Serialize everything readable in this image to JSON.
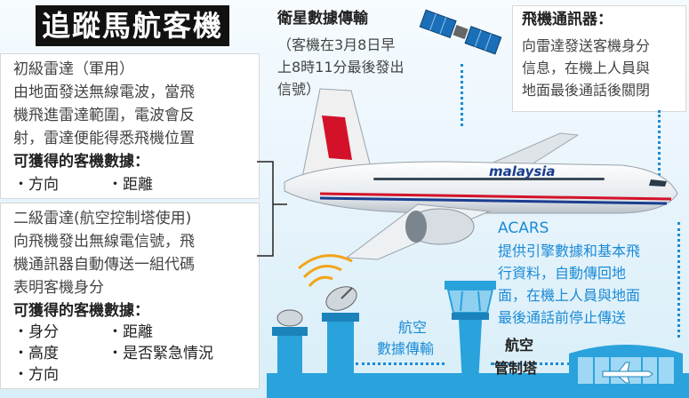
{
  "title": "追蹤馬航客機",
  "primary_radar": {
    "heading": "初級雷達（軍用）",
    "lines": [
      "由地面發送無線電波，當飛",
      "機飛進雷達範圍，電波會反",
      "射，雷達便能得悉飛機位置"
    ],
    "data_heading": "可獲得的客機數據：",
    "items": [
      "方向",
      "距離"
    ]
  },
  "secondary_radar": {
    "heading": "二級雷達(航空控制塔使用)",
    "lines": [
      "向飛機發出無線電信號，飛",
      "機通訊器自動傳送一組代碼",
      "表明客機身分"
    ],
    "data_heading": "可獲得的客機數據：",
    "items": [
      "身分",
      "距離",
      "高度",
      "是否緊急情況",
      "方向"
    ]
  },
  "satellite": {
    "heading": "衛星數據傳輸",
    "lines": [
      "（客機在3月8日早",
      "上8時11分最後發出",
      "信號）"
    ]
  },
  "transponder": {
    "heading": "飛機通訊器：",
    "lines": [
      "向雷達發送客機身分",
      "信息，在機上人員與",
      "地面最後通話後關閉"
    ]
  },
  "acars": {
    "heading": "ACARS",
    "lines": [
      "提供引擎數據和基本飛",
      "行資料，自動傳回地",
      "面，在機上人員與地面",
      "最後通話前停止傳送"
    ]
  },
  "aviation_data": {
    "lines": [
      "航空",
      "數據傳輸"
    ]
  },
  "control_tower": {
    "lines": [
      "航空",
      "管制塔"
    ]
  },
  "plane_logo": "malaysia",
  "colors": {
    "accent": "#1a8bd6",
    "water": "#2aa2dc",
    "title_bg": "#111111"
  }
}
